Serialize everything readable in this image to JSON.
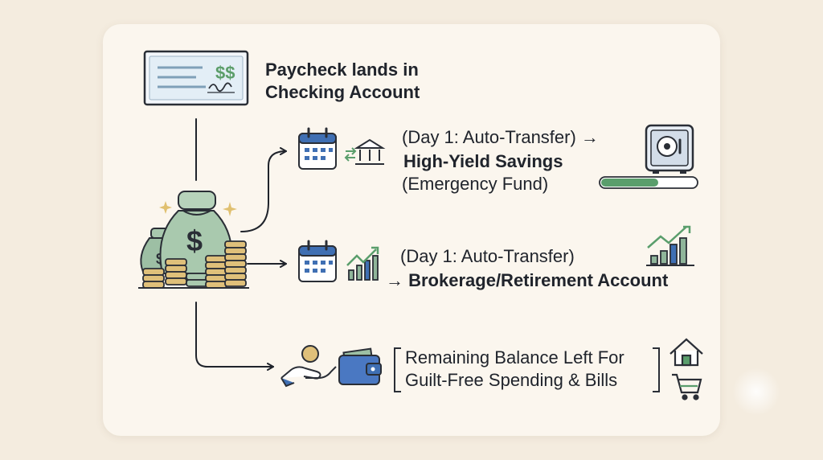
{
  "colors": {
    "page_bg": "#f4ecdf",
    "card_bg": "#fbf6ee",
    "ink": "#20242c",
    "money_green": "#8fb59a",
    "progress_green": "#5a9e6c",
    "coin_gold": "#d9b86a",
    "wallet_blue": "#4a78c2",
    "calendar_blue": "#3f6fb3"
  },
  "paycheck": {
    "title_line1": "Paycheck lands in",
    "title_line2": "Checking Account",
    "check_amount": "$$",
    "icon": "check-icon"
  },
  "savings": {
    "line1": "(Day 1: Auto-Transfer) →",
    "line2": "High-Yield Savings",
    "line3": "(Emergency Fund)",
    "progress_fraction": 0.6,
    "icons": [
      "calendar-icon",
      "bank-transfer-icon",
      "safe-icon"
    ]
  },
  "brokerage": {
    "line1": "(Day 1: Auto-Transfer)",
    "line2": "→ Brokerage/Retirement Account",
    "icons": [
      "calendar-icon",
      "growth-chart-icon",
      "growth-chart-icon"
    ]
  },
  "remaining": {
    "line1": "Remaining Balance Left For",
    "line2": "Guilt-Free Spending & Bills",
    "icons": [
      "hand-coin-icon",
      "wallet-icon",
      "house-icon",
      "shopping-cart-icon"
    ]
  },
  "source": {
    "icon": "money-bags-icon",
    "symbol": "$"
  }
}
